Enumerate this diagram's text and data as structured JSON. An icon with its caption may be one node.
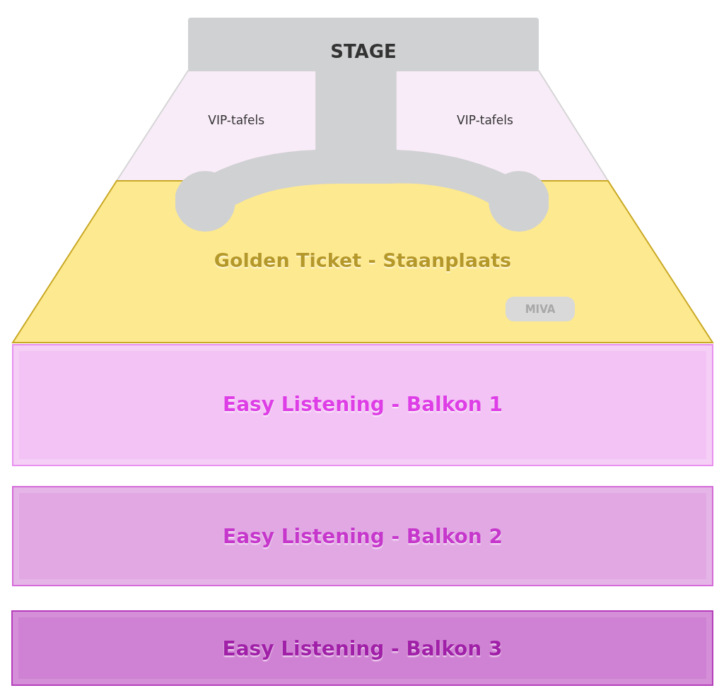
{
  "diagram": {
    "nodes": [
      {
        "text": [
          "STAGE"
        ]
      },
      {
        "text": [
          "VIP-tafels"
        ]
      },
      {
        "text": [
          "VIP-tafels"
        ]
      },
      {
        "text": [
          "Golden Ticket - Staanplaats"
        ]
      },
      {
        "text": [
          "MIVA"
        ],
        "in": 3
      },
      {
        "text": [
          "Easy Listening - Balkon 1"
        ]
      },
      {
        "text": [
          "Easy Listening - Balkon 2"
        ]
      },
      {
        "text": [
          "Easy Listening - Balkon 3"
        ]
      }
    ],
    "edges": []
  }
}
